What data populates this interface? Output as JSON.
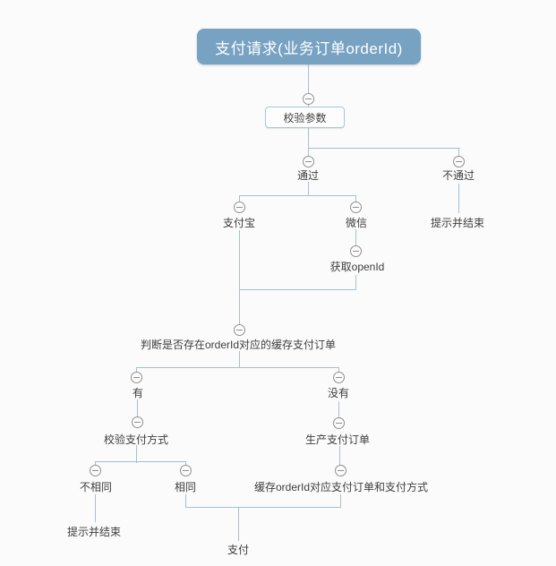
{
  "root": "支付请求(业务订单orderId)",
  "nodes": {
    "validate": "校验参数",
    "pass": "通过",
    "fail": "不通过",
    "fail_end": "提示并结束",
    "alipay": "支付宝",
    "wechat": "微信",
    "openid": "获取openId",
    "judge": "判断是否存在orderId对应的缓存支付订单",
    "has": "有",
    "has_not": "没有",
    "check_method": "校验支付方式",
    "create_order": "生产支付订单",
    "different": "不相同",
    "same": "相同",
    "cache": "缓存orderId对应支付订单和支付方式",
    "diff_end": "提示并结束",
    "pay": "支付"
  },
  "icons": {
    "collapse": "minus-circle"
  },
  "colors": {
    "background": "#fbfbfb",
    "root_fill": "#77a2c2",
    "root_text": "#ffffff",
    "box_border": "#a9c6db",
    "line": "#a5c0d4",
    "circle": "#909090",
    "text": "#3e3e3e"
  }
}
